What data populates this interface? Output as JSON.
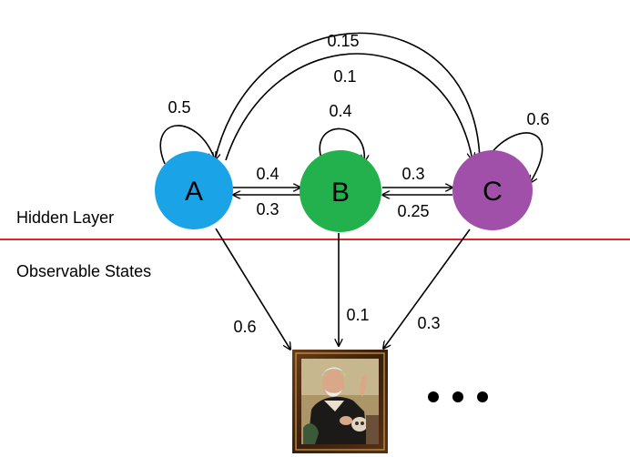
{
  "layers": {
    "hidden_label": "Hidden Layer",
    "observable_label": "Observable States",
    "divider_color": "#d9262a"
  },
  "states": [
    {
      "id": "A",
      "label": "A",
      "color": "#1aa3e6"
    },
    {
      "id": "B",
      "label": "B",
      "color": "#22b14c"
    },
    {
      "id": "C",
      "label": "C",
      "color": "#a050a8"
    }
  ],
  "transitions": [
    {
      "from": "A",
      "to": "A",
      "label": "0.5"
    },
    {
      "from": "B",
      "to": "B",
      "label": "0.4"
    },
    {
      "from": "C",
      "to": "C",
      "label": "0.6"
    },
    {
      "from": "A",
      "to": "B",
      "label": "0.4"
    },
    {
      "from": "B",
      "to": "A",
      "label": "0.3"
    },
    {
      "from": "B",
      "to": "C",
      "label": "0.3"
    },
    {
      "from": "C",
      "to": "B",
      "label": "0.25"
    },
    {
      "from": "A",
      "to": "C",
      "label": "0.1"
    },
    {
      "from": "C",
      "to": "A",
      "label": "0.15"
    }
  ],
  "emissions": [
    {
      "from": "A",
      "label": "0.6"
    },
    {
      "from": "B",
      "label": "0.1"
    },
    {
      "from": "C",
      "label": "0.3"
    }
  ],
  "observation": {
    "icon": "framed-portrait-painting"
  },
  "ellipsis": {
    "icon": "ellipsis-dots"
  }
}
